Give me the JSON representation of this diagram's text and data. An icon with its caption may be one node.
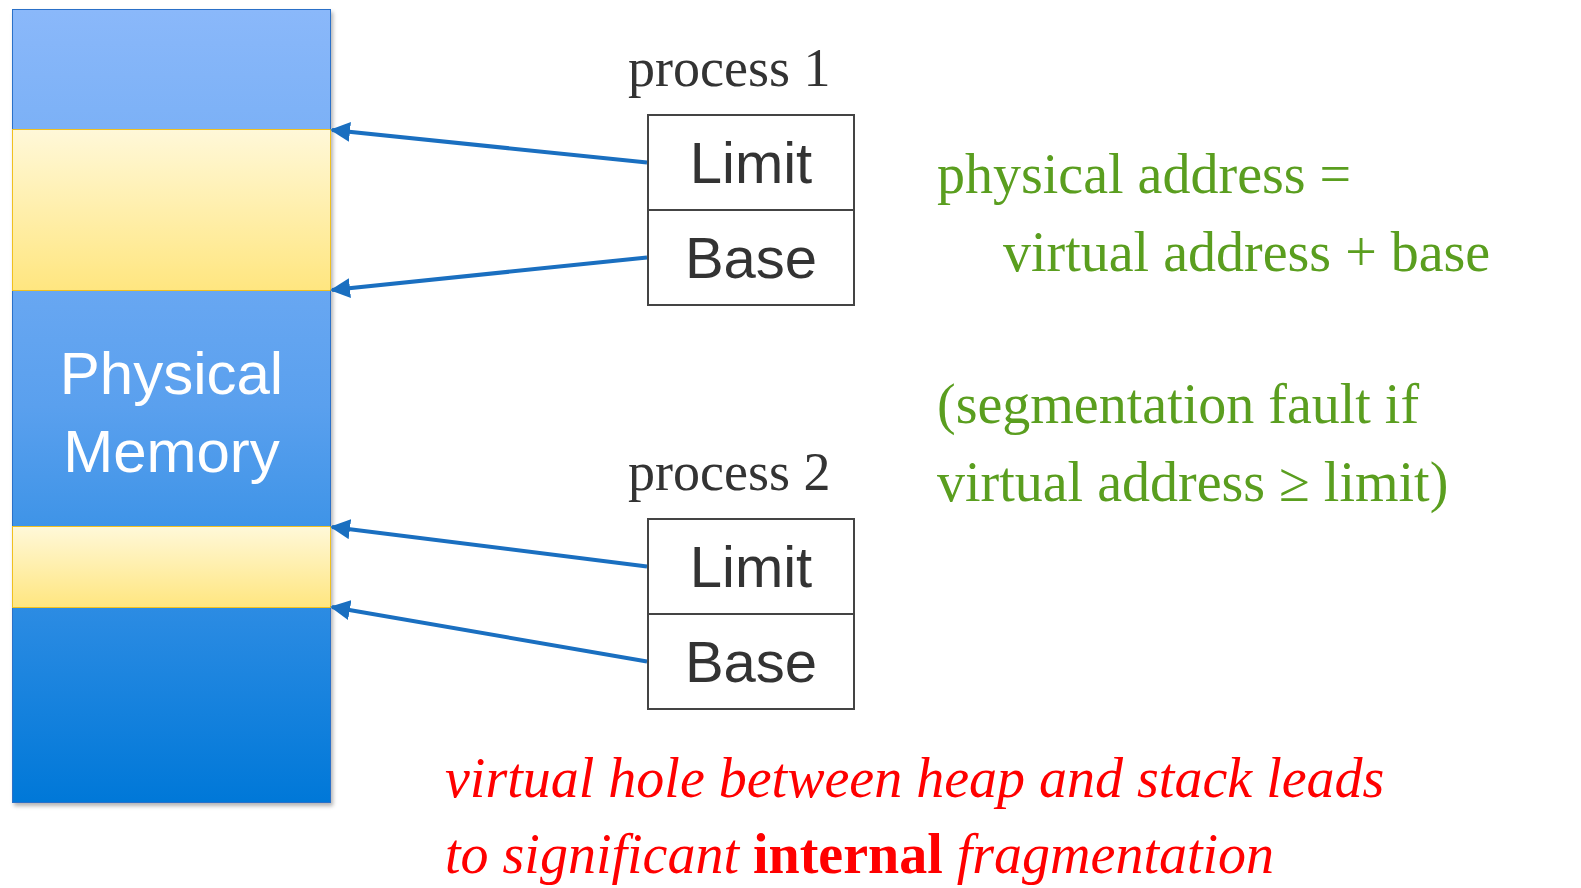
{
  "diagram": {
    "nodes": [
      {
        "text": [
          "Physical Memory"
        ]
      },
      {
        "text": [],
        "shape": "box",
        "in": 0
      },
      {
        "text": [],
        "shape": "box",
        "in": 0
      },
      {
        "text": [
          "process 1"
        ]
      },
      {
        "text": [
          "Limit"
        ],
        "in": 3
      },
      {
        "text": [
          "Base"
        ],
        "in": 3
      },
      {
        "text": [
          "process 2"
        ]
      },
      {
        "text": [
          "Limit"
        ],
        "in": 6
      },
      {
        "text": [
          "Base"
        ],
        "in": 6
      }
    ],
    "edges": [
      {
        "from": 4,
        "to": 1,
        "arrow": "to"
      },
      {
        "from": 5,
        "to": 1,
        "arrow": "to"
      },
      {
        "from": 7,
        "to": 2,
        "arrow": "to"
      },
      {
        "from": 8,
        "to": 2,
        "arrow": "to"
      }
    ],
    "labels": [
      "physical address = virtual address + base",
      "(segmentation fault if virtual address ≥ limit)",
      "*virtual hole between heap and stack leads to significant* **internal** *fragmentation*"
    ]
  }
}
